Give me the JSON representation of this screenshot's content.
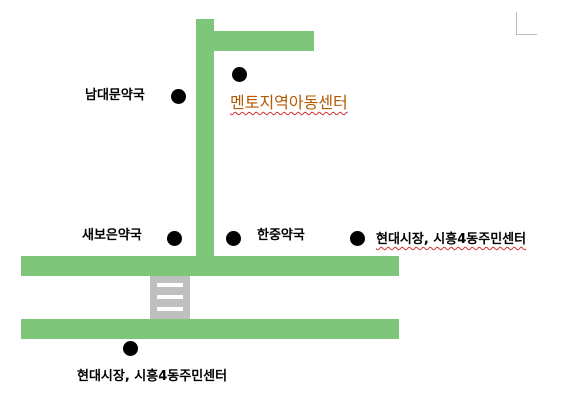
{
  "map": {
    "road_color": "#7dc67a",
    "crosswalk_color": "#bfbfbf",
    "marker_color": "#000000",
    "places": [
      {
        "id": "namdaemun-pharmacy",
        "label": "남대문약국"
      },
      {
        "id": "mento-center",
        "label": "멘토지역아동센터"
      },
      {
        "id": "saebo-pharmacy",
        "label": "새보은약국"
      },
      {
        "id": "hanjung-pharmacy",
        "label": "한중약국"
      },
      {
        "id": "market-right",
        "label": "현대시장, 시흥4동주민센터"
      },
      {
        "id": "market-bottom",
        "label": "현대시장, 시흥4동주민센터"
      }
    ]
  }
}
